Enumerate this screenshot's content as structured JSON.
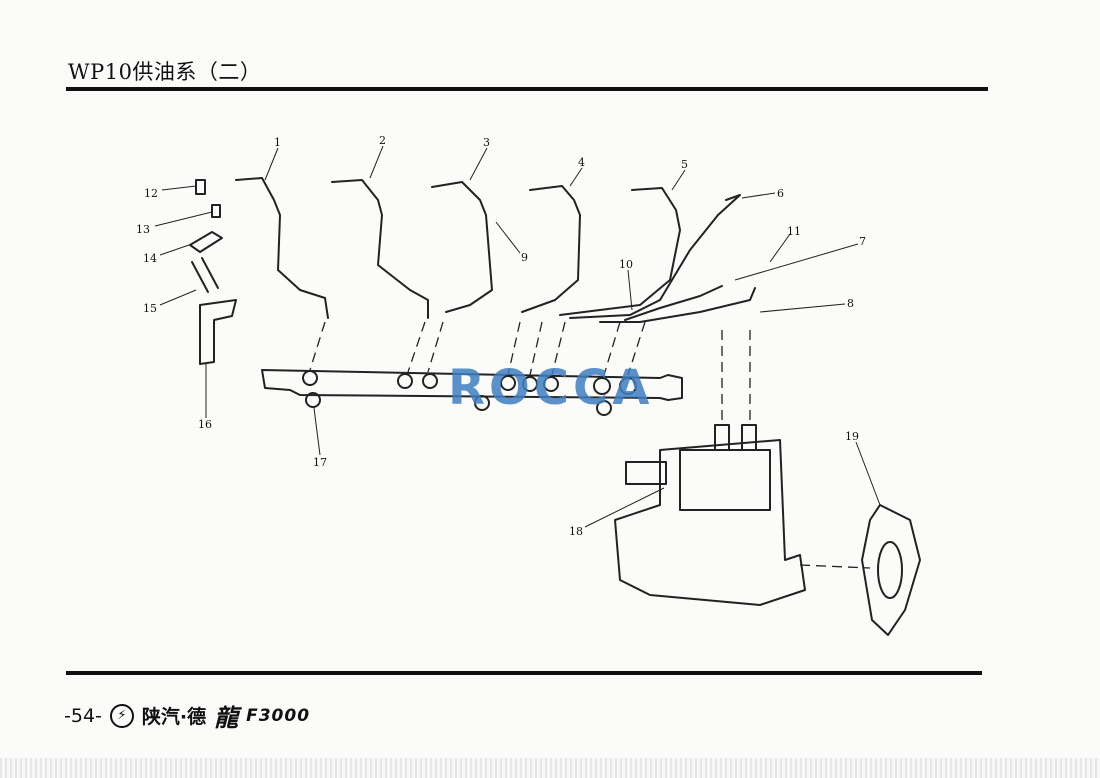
{
  "header": {
    "title": "WP10供油系（二）"
  },
  "watermark": {
    "text": "ROCCA",
    "color": "#3f7fc4"
  },
  "callouts": [
    "1",
    "2",
    "3",
    "4",
    "5",
    "6",
    "7",
    "8",
    "9",
    "10",
    "11",
    "12",
    "13",
    "14",
    "15",
    "16",
    "17",
    "18",
    "19"
  ],
  "footer": {
    "page": "-54-",
    "emblem": "⚡",
    "brand": "陕汽·德",
    "calligraphy": "龍",
    "model": "F3000"
  }
}
